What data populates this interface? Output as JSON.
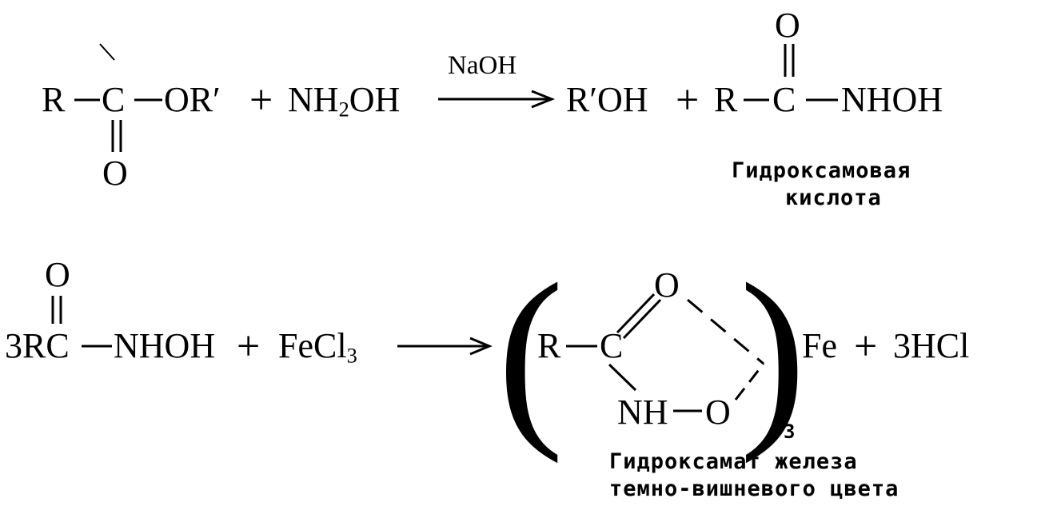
{
  "reaction1": {
    "reactant_r": "R",
    "reactant_c": "C",
    "reactant_or": "OR′",
    "reactant_o": "O",
    "plus1": "+",
    "hydroxylamine": "NH",
    "hydroxylamine_sub": "2",
    "hydroxylamine_tail": "OH",
    "reagent": "NaOH",
    "product_alcohol": "R′OH",
    "plus2": "+",
    "product_r": "R",
    "product_c": "C",
    "product_nhoh": "NHOH",
    "product_o": "O",
    "caption_line1": "Гидроксамовая",
    "caption_line2": "кислота"
  },
  "reaction2": {
    "reactant_o": "O",
    "reactant_3rc": "3RC",
    "reactant_nhoh": "NHOH",
    "plus1": "+",
    "fecl": "FeCl",
    "fecl_sub": "3",
    "complex_r": "R",
    "complex_c": "C",
    "complex_o_top": "O",
    "complex_nh": "NH",
    "complex_o_bottom": "O",
    "subscript_3": "3",
    "fe": "Fe",
    "plus2": "+",
    "hcl": "3HCl",
    "caption_line1": "Гидроксамат железа",
    "caption_line2": "темно-вишневого цвета"
  }
}
